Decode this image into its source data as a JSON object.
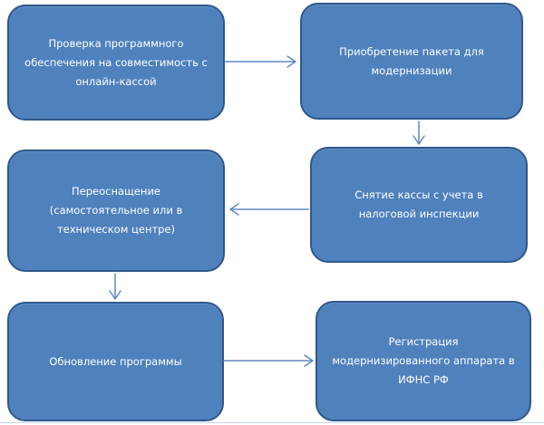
{
  "diagram": {
    "type": "flowchart",
    "description": "Steps to modernize a cash register for online use",
    "colors": {
      "node_fill": "#4f81bd",
      "node_border": "#2f588c",
      "node_text": "#ffffff",
      "arrow": "#5d8ac2",
      "bottom_border_line": "#c4d4e8",
      "background": "#ffffff"
    },
    "nodes": [
      {
        "id": "check-software",
        "label": "Проверка программного\nобеспечения на совместимость с\nонлайн-кассой"
      },
      {
        "id": "buy-package",
        "label": "Приобретение пакета для\nмодернизации"
      },
      {
        "id": "deregister",
        "label": "Снятие кассы с учета в\nналоговой инспекции"
      },
      {
        "id": "reequip",
        "label": "Переоснащение\n(самостоятельное или в\nтехническом центре)"
      },
      {
        "id": "update-program",
        "label": "Обновление программы"
      },
      {
        "id": "register-device",
        "label": "Регистрация\nмодернизированного аппарата в\nИФНС РФ"
      }
    ],
    "edges": [
      {
        "from": "check-software",
        "to": "buy-package",
        "direction": "right"
      },
      {
        "from": "buy-package",
        "to": "deregister",
        "direction": "down"
      },
      {
        "from": "deregister",
        "to": "reequip",
        "direction": "left"
      },
      {
        "from": "reequip",
        "to": "update-program",
        "direction": "down"
      },
      {
        "from": "update-program",
        "to": "register-device",
        "direction": "right"
      }
    ]
  }
}
